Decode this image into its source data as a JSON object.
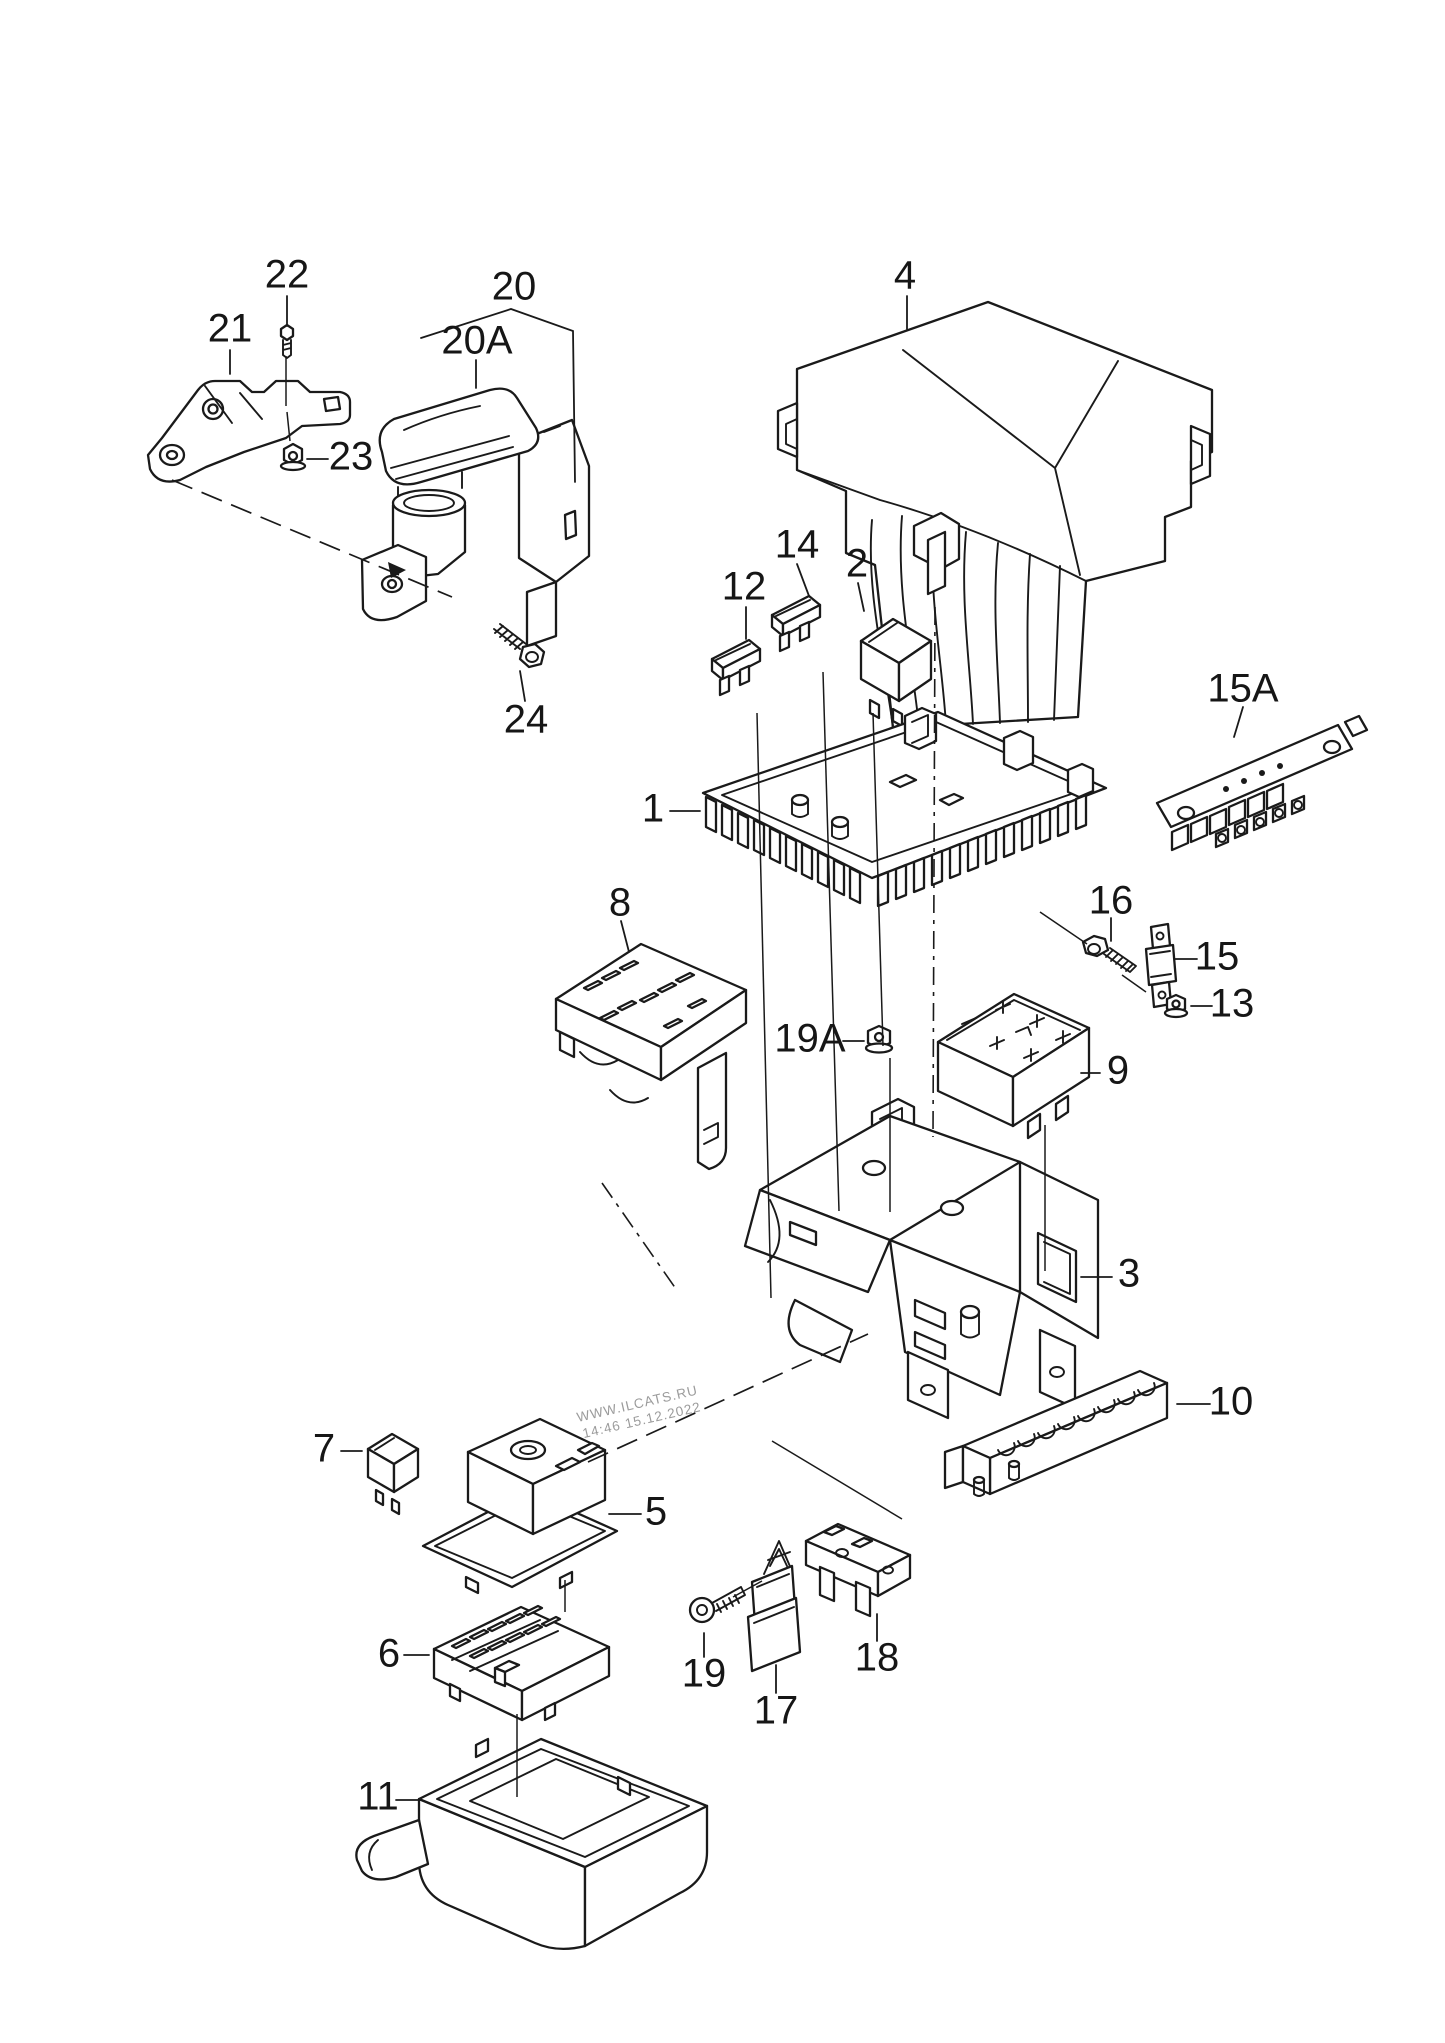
{
  "diagram": {
    "type": "exploded-parts-diagram",
    "background_color": "#ffffff",
    "line_color": "#1a1a1a",
    "watermark": {
      "line1": "WWW.ILCATS.RU",
      "line2": "14:46 15.12.2022",
      "color": "#9b9b9b"
    },
    "labels": {
      "p1": "1",
      "p2": "2",
      "p3": "3",
      "p4": "4",
      "p5": "5",
      "p6": "6",
      "p7": "7",
      "p8": "8",
      "p9": "9",
      "p10": "10",
      "p11": "11",
      "p12": "12",
      "p13": "13",
      "p14": "14",
      "p15": "15",
      "p15A": "15A",
      "p16": "16",
      "p17": "17",
      "p18": "18",
      "p19": "19",
      "p19A": "19A",
      "p20": "20",
      "p20A": "20A",
      "p21": "21",
      "p22": "22",
      "p23": "23",
      "p24": "24"
    }
  }
}
